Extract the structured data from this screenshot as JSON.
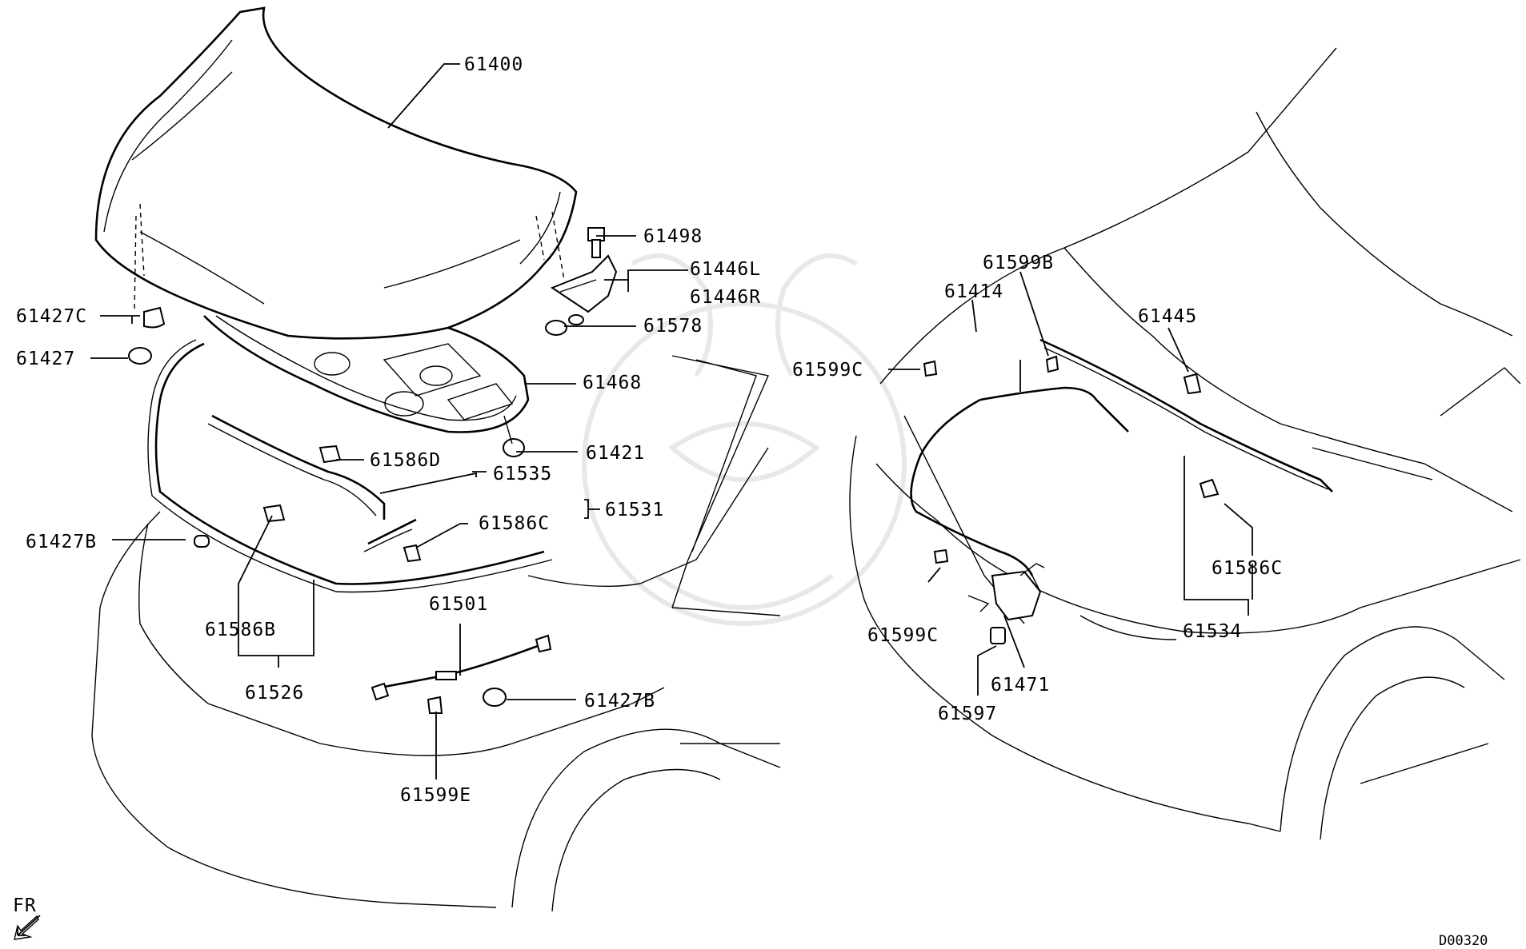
{
  "diagram_code": "D00320",
  "direction_marker": "FR",
  "callouts": {
    "hood": "61400",
    "bumper": "61498",
    "hinge_left": "61446L",
    "hinge_right": "61446R",
    "nut": "61578",
    "insulator": "61468",
    "clip_61421": "61421",
    "bumper_61427c": "61427C",
    "bumper_61427": "61427",
    "clip_61586d": "61586D",
    "weatherstrip_61535": "61535",
    "weatherstrip_61531": "61531",
    "clip_61586c_left": "61586C",
    "bumper_61427b_left": "61427B",
    "clip_61586b": "61586B",
    "weatherstrip_61526": "61526",
    "stay_61501": "61501",
    "bumper_61427b_right": "61427B",
    "clip_61599e": "61599E",
    "clip_61599b": "61599B",
    "cable_61414": "61414",
    "clip_61599c_top": "61599C",
    "clip_61445": "61445",
    "clip_61599c_bottom": "61599C",
    "latch_61471": "61471",
    "bolt_61597": "61597",
    "clip_61586c_right": "61586C",
    "weatherstrip_61534": "61534"
  }
}
